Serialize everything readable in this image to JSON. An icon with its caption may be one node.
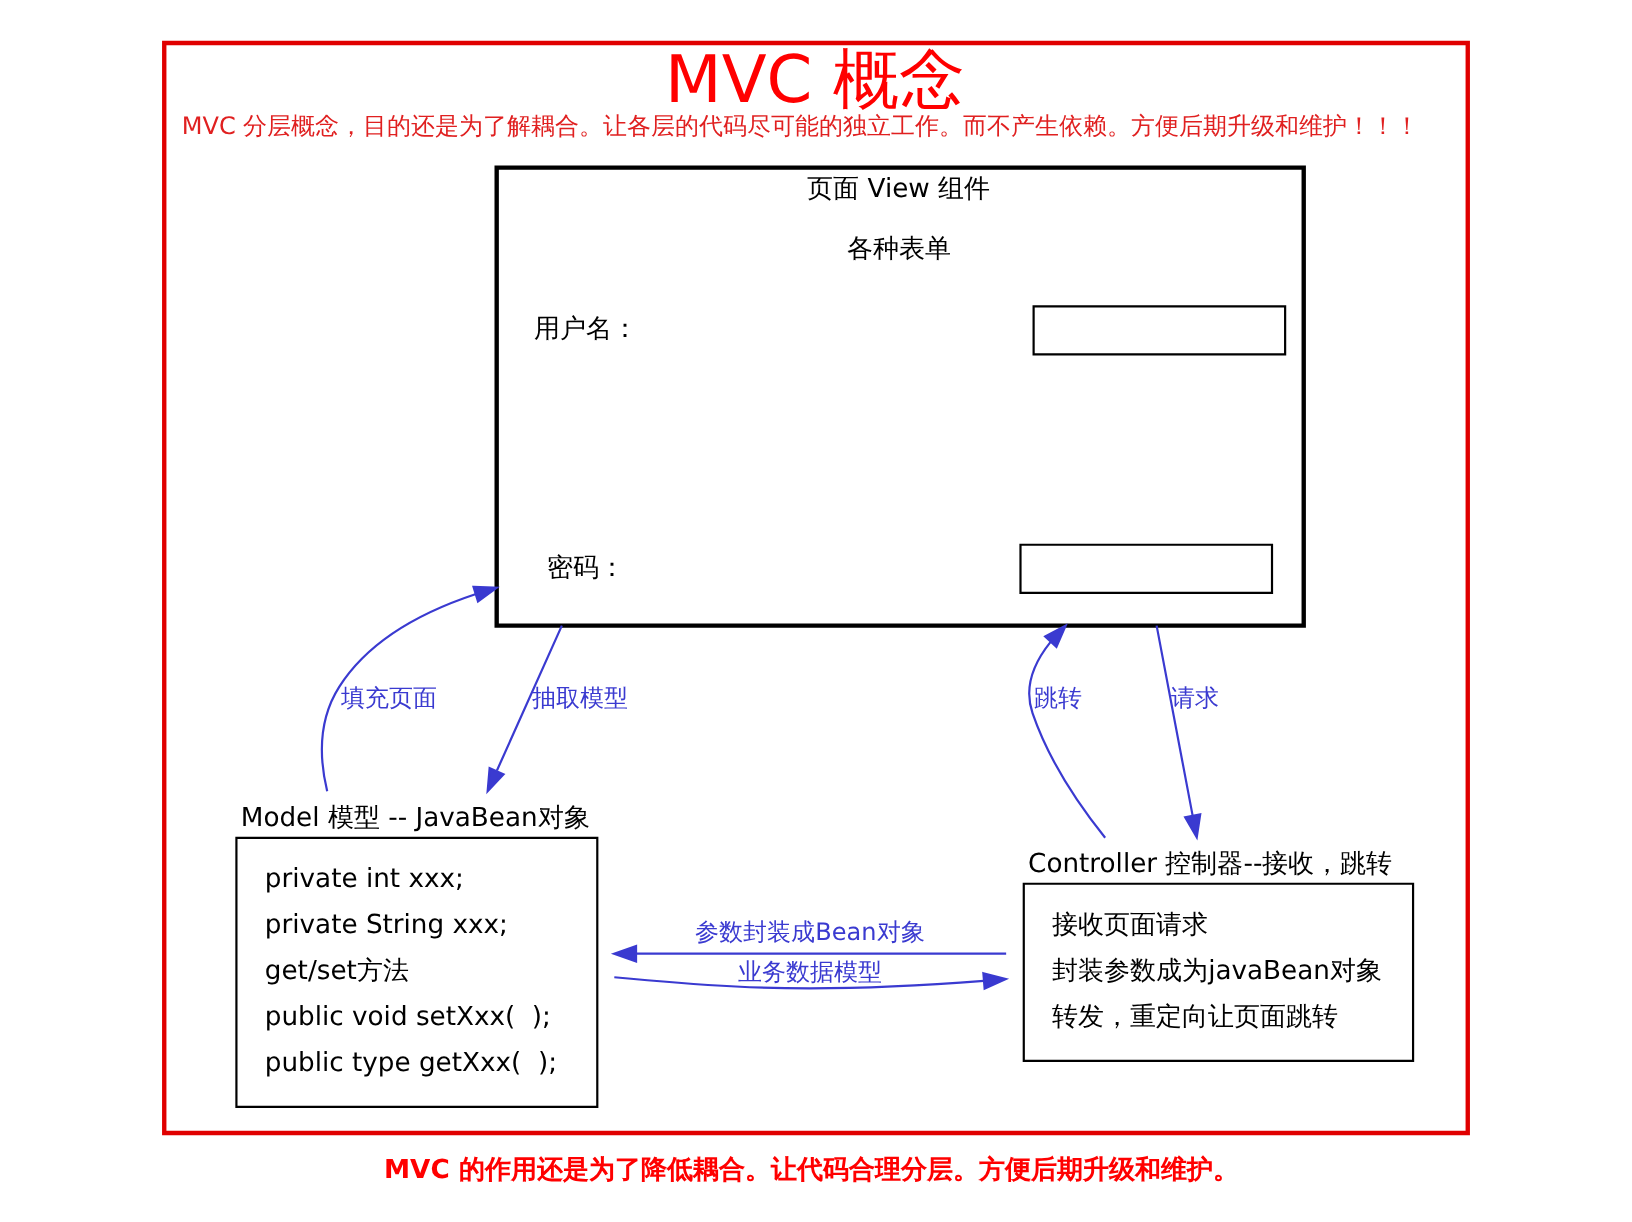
{
  "diagram": {
    "caption": "MVC 的作用还是为了降低耦合。让代码合理分层。方便后期升级和维护。",
    "nodes": [
      {
        "text": [
          "MVC 概念",
          "MVC 分层概念，目的还是为了解耦合。让各层的代码尽可能的独立工作。而不产生依赖。方便后期升级和维护！！！"
        ]
      },
      {
        "text": [
          "页面 View 组件",
          "各种表单"
        ],
        "in": 0
      },
      {
        "text": [
          "用户名："
        ],
        "in": 1
      },
      {
        "text": [],
        "shape": "box",
        "in": 1
      },
      {
        "text": [
          "密码："
        ],
        "in": 1
      },
      {
        "text": [],
        "shape": "box",
        "in": 1
      },
      {
        "text": [
          "Model 模型 -- JavaBean对象",
          "private int xxx;",
          "private String xxx;",
          "get/set方法",
          "public void setXxx(  );",
          "public type getXxx(  );"
        ],
        "in": 0
      },
      {
        "text": [
          "Controller 控制器--接收，跳转",
          "接收页面请求",
          "封装参数成为javaBean对象",
          "转发，重定向让页面跳转"
        ],
        "in": 0
      }
    ],
    "edges": [
      {
        "from": 6,
        "to": 1,
        "arrow": "to",
        "label": "填充页面"
      },
      {
        "from": 1,
        "to": 6,
        "arrow": "to",
        "label": "抽取模型"
      },
      {
        "from": 7,
        "to": 1,
        "arrow": "to",
        "label": "跳转"
      },
      {
        "from": 1,
        "to": 7,
        "arrow": "to",
        "label": "请求"
      },
      {
        "from": 6,
        "to": 7,
        "arrow": "to",
        "label": "业务数据模型"
      },
      {
        "from": 7,
        "to": 6,
        "arrow": "to",
        "label": "参数封装成Bean对象"
      }
    ]
  }
}
